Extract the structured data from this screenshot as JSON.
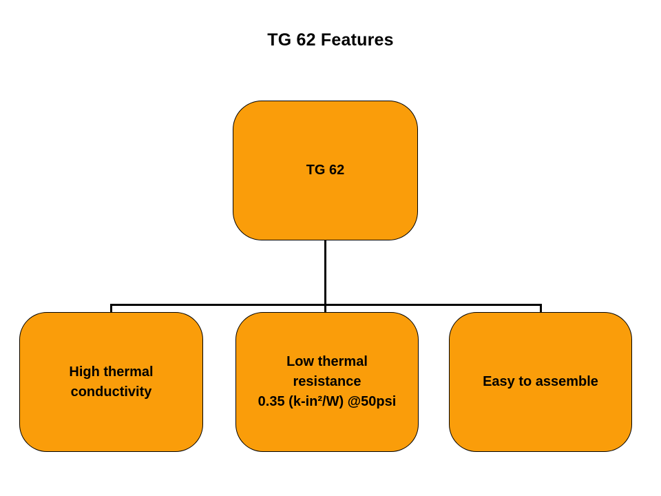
{
  "title": "TG 62 Features",
  "nodes": {
    "root": {
      "label": "TG 62"
    },
    "child1": {
      "line1": "High thermal",
      "line2": "conductivity"
    },
    "child2": {
      "line1": "Low thermal",
      "line2": "resistance",
      "line3": "0.35 (k-in²/W) @50psi"
    },
    "child3": {
      "line1": "Easy to assemble"
    }
  },
  "colors": {
    "background": "#FFFFFF",
    "box_fill": "#FA9D0A",
    "box_border": "#000000",
    "connector": "#000000",
    "text": "#000000"
  }
}
